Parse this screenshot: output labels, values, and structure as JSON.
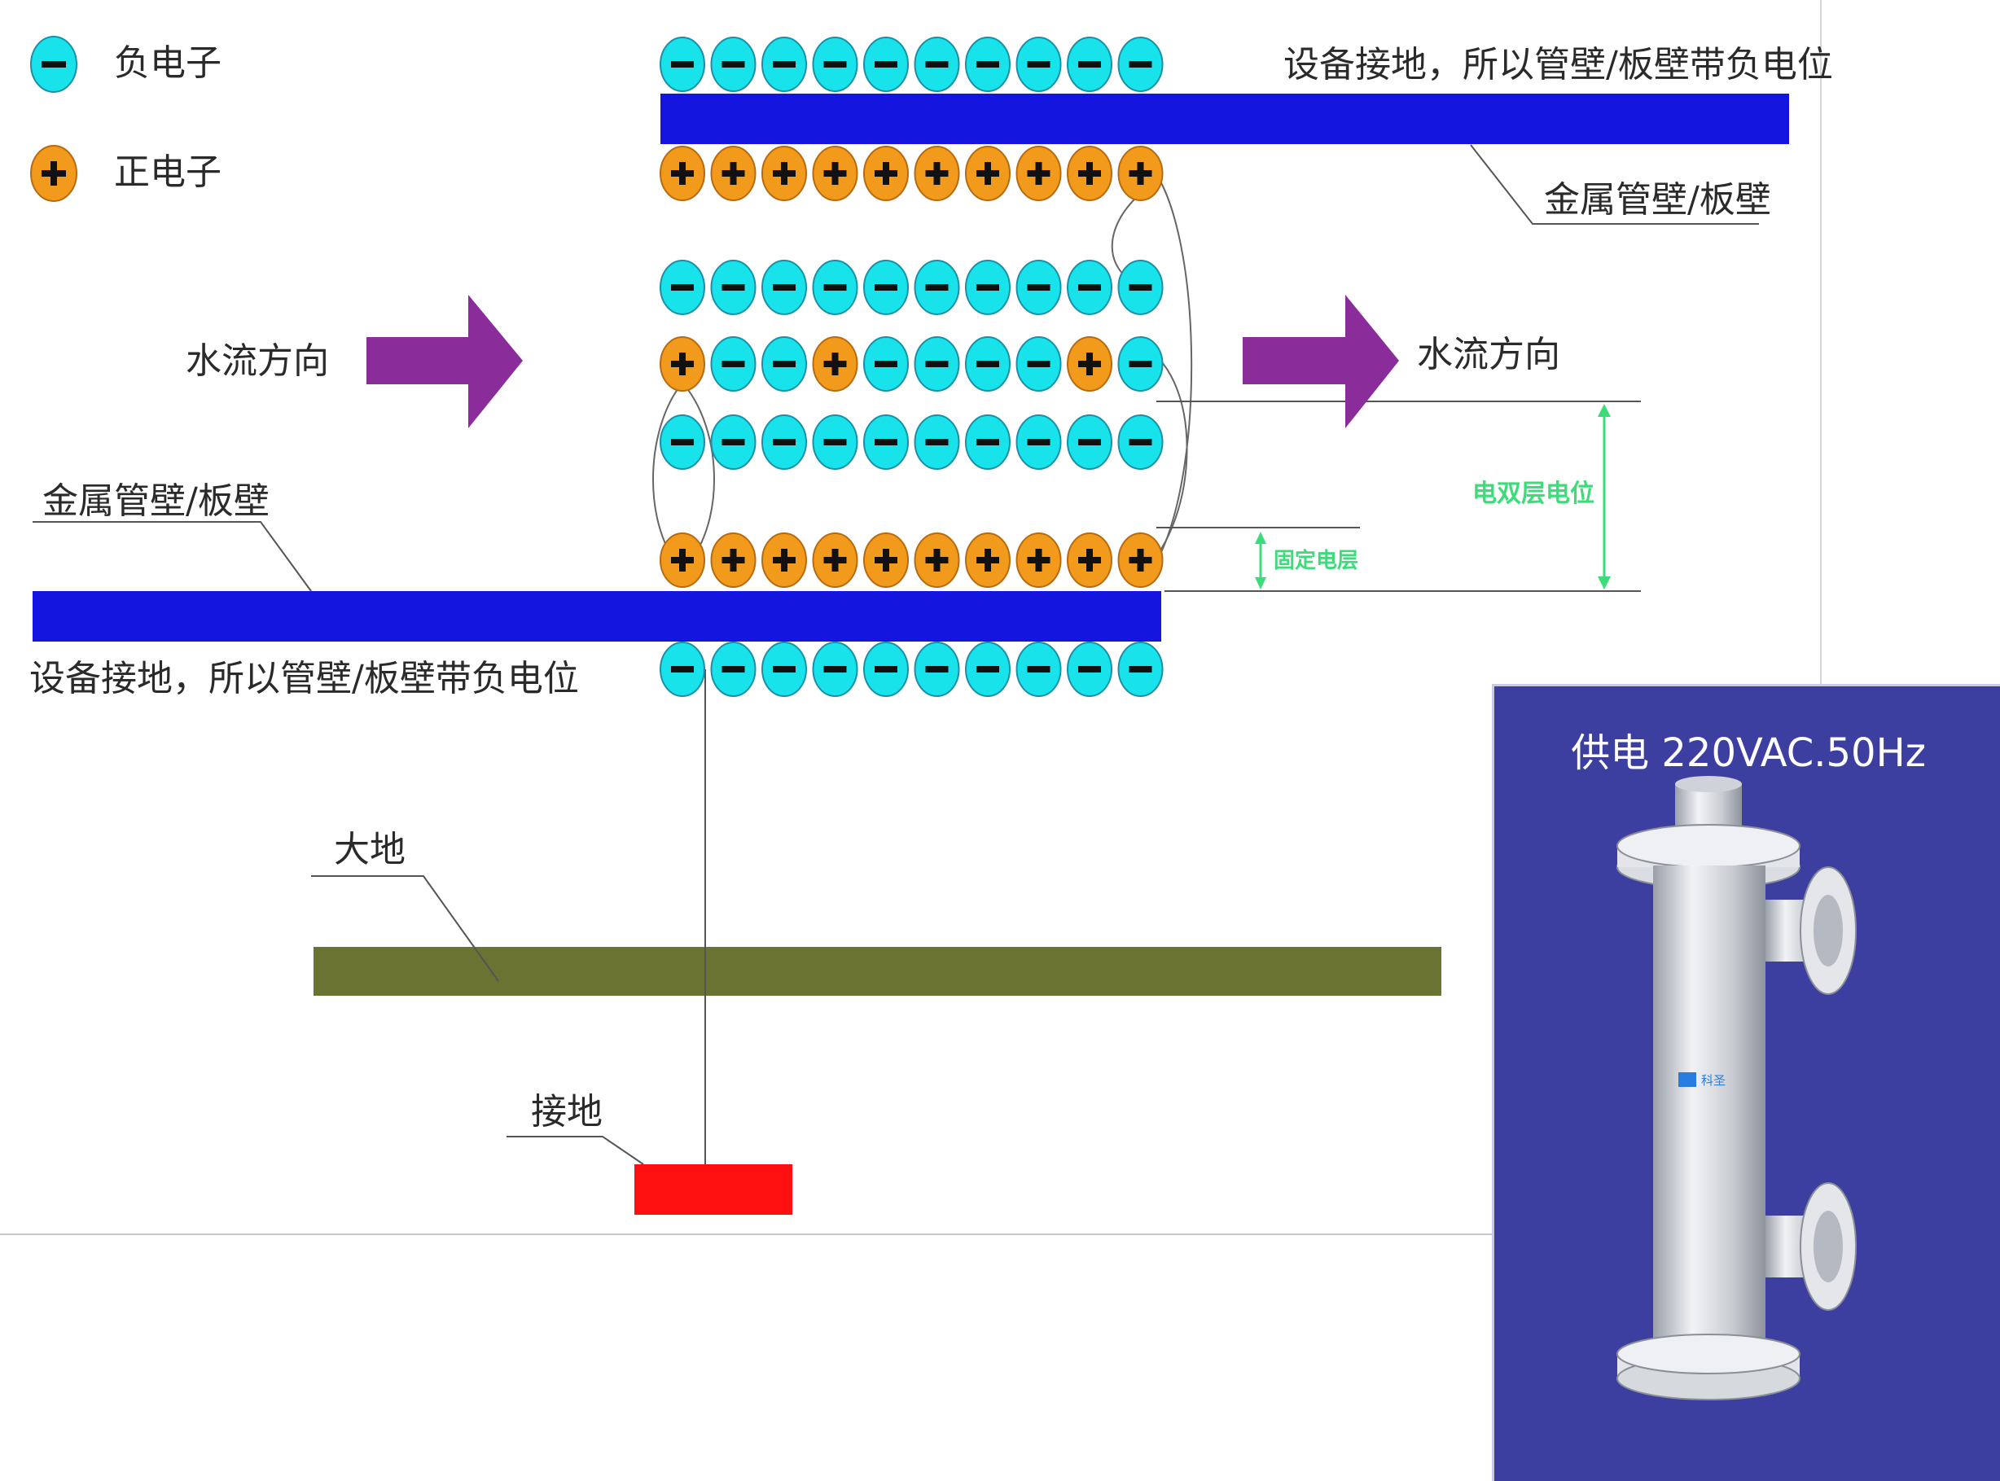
{
  "legend": {
    "negative_label": "负电子",
    "positive_label": "正电子",
    "negative_symbol": "−",
    "positive_symbol": "+"
  },
  "labels": {
    "top_grounded": "设备接地，所以管壁/板壁带负电位",
    "top_wall": "金属管壁/板壁",
    "flow_left": "水流方向",
    "flow_right": "水流方向",
    "bottom_wall": "金属管壁/板壁",
    "bottom_grounded": "设备接地，所以管壁/板壁带负电位",
    "earth": "大地",
    "ground_rod": "接地"
  },
  "dimensions": {
    "double_layer": "电双层电位",
    "fixed_layer": "固定电层"
  },
  "photo": {
    "caption": "供电 220VAC.50Hz",
    "logo_text": "科圣"
  },
  "colors": {
    "negative": "#19e3ea",
    "positive": "#f29a1c",
    "wall": "#1515e0",
    "earth": "#6b7332",
    "ground_rod": "#ff1010",
    "arrow": "#8a2c9a",
    "panel": "#3c3fa0"
  },
  "ion_rows": [
    [
      "-",
      "-",
      "-",
      "-",
      "-",
      "-",
      "-",
      "-",
      "-",
      "-"
    ],
    [
      "+",
      "+",
      "+",
      "+",
      "+",
      "+",
      "+",
      "+",
      "+",
      "+"
    ],
    [
      "-",
      "-",
      "-",
      "-",
      "-",
      "-",
      "-",
      "-",
      "-",
      "-"
    ],
    [
      "+",
      "-",
      "-",
      "+",
      "-",
      "-",
      "-",
      "-",
      "+",
      "-"
    ],
    [
      "-",
      "-",
      "-",
      "-",
      "-",
      "-",
      "-",
      "-",
      "-",
      "-"
    ],
    [
      "+",
      "+",
      "+",
      "+",
      "+",
      "+",
      "+",
      "+",
      "+",
      "+"
    ],
    [
      "-",
      "-",
      "-",
      "-",
      "-",
      "-",
      "-",
      "-",
      "-",
      "-"
    ]
  ]
}
